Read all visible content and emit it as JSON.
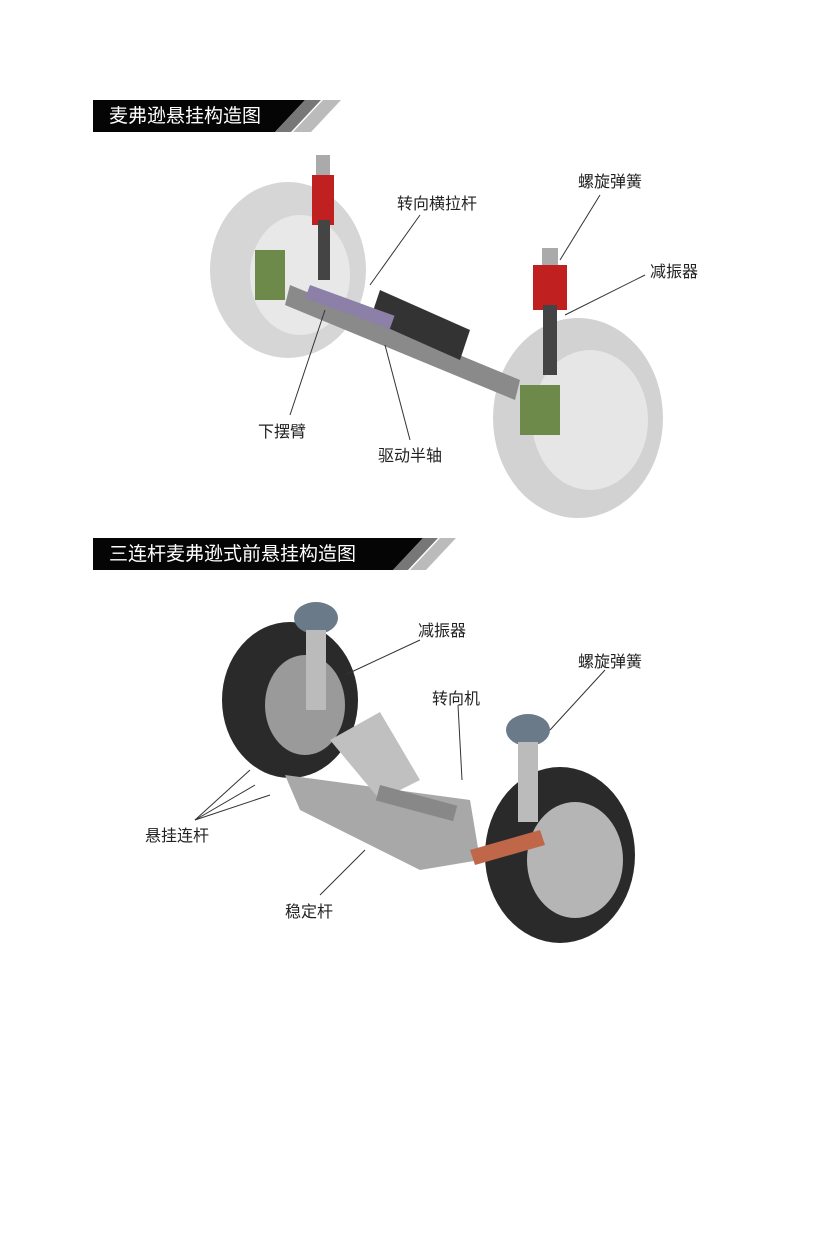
{
  "section1": {
    "title": "麦弗逊悬挂构造图",
    "labels": {
      "tie_rod": "转向横拉杆",
      "coil_spring": "螺旋弹簧",
      "shock_absorber": "减振器",
      "lower_arm": "下摆臂",
      "drive_shaft": "驱动半轴"
    }
  },
  "section2": {
    "title": "三连杆麦弗逊式前悬挂构造图",
    "labels": {
      "shock_absorber": "减振器",
      "coil_spring": "螺旋弹簧",
      "steering_gear": "转向机",
      "suspension_links": "悬挂连杆",
      "stabilizer_bar": "稳定杆"
    }
  }
}
